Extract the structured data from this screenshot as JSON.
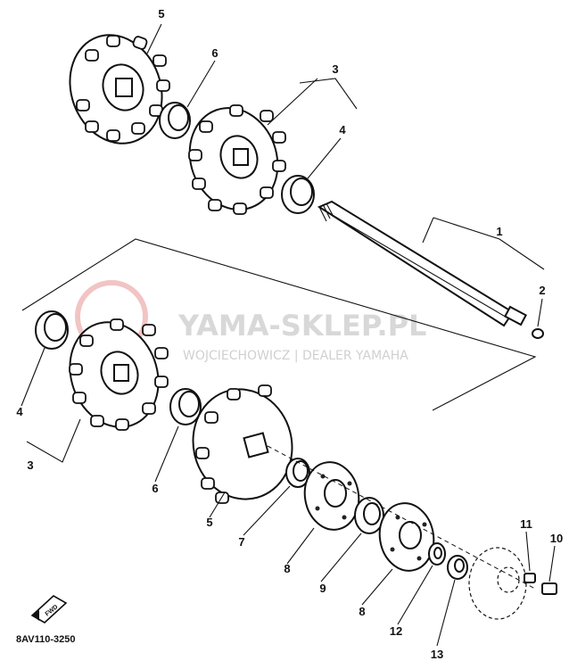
{
  "callouts": {
    "c1": "1",
    "c2": "2",
    "c3a": "3",
    "c3b": "3",
    "c4a": "4",
    "c4b": "4",
    "c5a": "5",
    "c5b": "5",
    "c6a": "6",
    "c6b": "6",
    "c7": "7",
    "c8a": "8",
    "c8b": "8",
    "c9": "9",
    "c10": "10",
    "c11": "11",
    "c12": "12",
    "c13": "13"
  },
  "diagram_code": "8AV110-3250",
  "fwd_label": "FWD",
  "watermark": {
    "brand": "YAMA-SKLEP.PL",
    "dealer": "WOJCIECHOWICZ | DEALER YAMAHA"
  }
}
